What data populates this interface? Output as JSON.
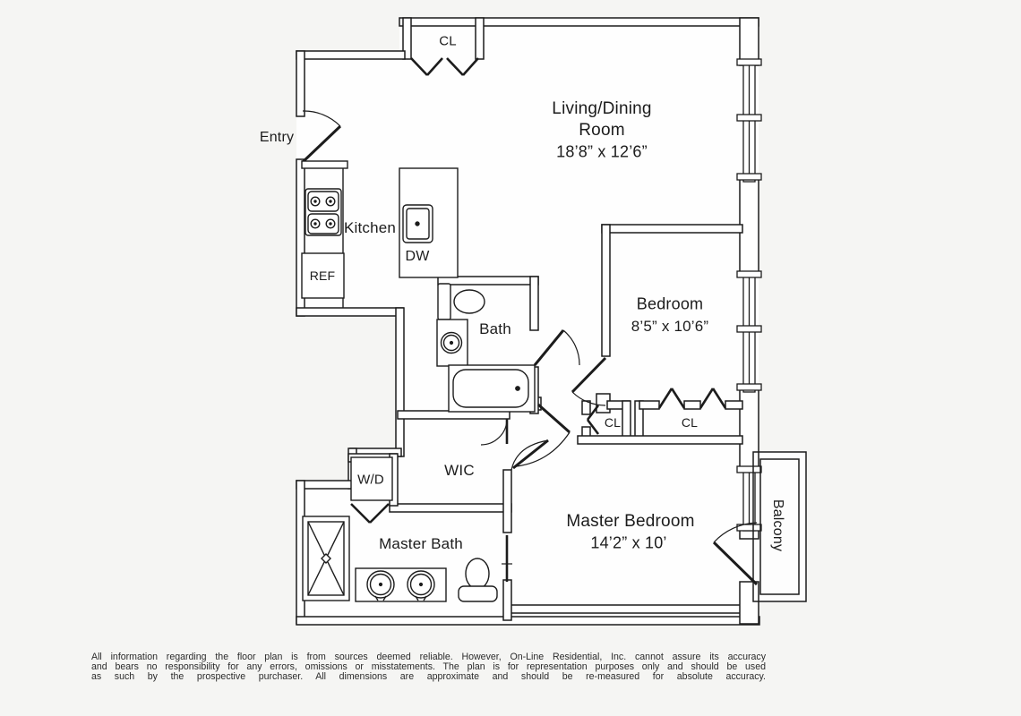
{
  "colors": {
    "background": "#f5f5f3",
    "line": "#1c1c1c",
    "interior": "#fefefe"
  },
  "plan": {
    "entry_label": "Entry",
    "top_closet_label": "CL",
    "living_room": {
      "name_line1": "Living/Dining",
      "name_line2": "Room",
      "dimensions": "18’8” x 12’6”"
    },
    "kitchen": {
      "name": "Kitchen",
      "dishwasher_label": "DW",
      "refrigerator_label": "REF"
    },
    "bath": {
      "name": "Bath"
    },
    "bedroom": {
      "name": "Bedroom",
      "dimensions": "8’5” x 10’6”"
    },
    "hall_closet_label": "CL",
    "bedroom_closet_label": "CL",
    "wic_label": "WIC",
    "washer_dryer_label": "W/D",
    "master_bath": {
      "name": "Master Bath"
    },
    "master_bedroom": {
      "name": "Master Bedroom",
      "dimensions": "14’2” x 10’"
    },
    "balcony_label": "Balcony"
  },
  "disclaimer": {
    "line1": "All information regarding the floor plan is from sources deemed reliable. However, On-Line Residential, Inc. cannot assure its accuracy",
    "line2": "and bears no responsibility for any errors, omissions or misstatements. The plan is for representation purposes only and should be used",
    "line3": "as such by the prospective purchaser. All dimensions are approximate and should be re-measured for absolute accuracy."
  }
}
